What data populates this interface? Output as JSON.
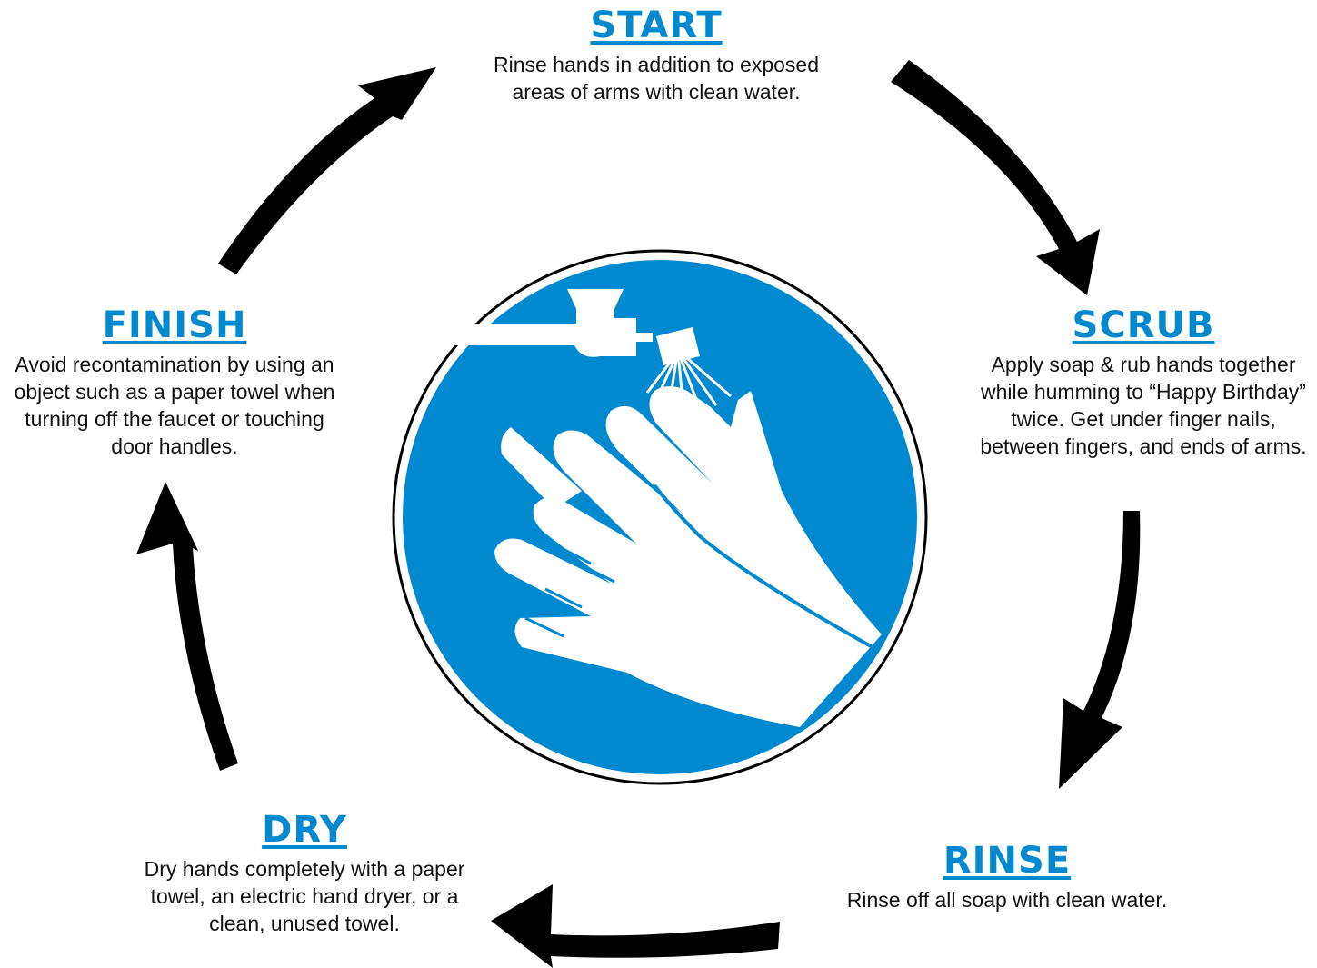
{
  "theme": {
    "accent": "#0089cf",
    "arrow": "#000000",
    "symbol_fill": "#0089cf",
    "symbol_ring": "#000000",
    "symbol_art": "#ffffff"
  },
  "symbol": {
    "icon": "hand-washing-icon"
  },
  "steps": {
    "start": {
      "title": "START",
      "desc": [
        "Rinse hands in addition to exposed",
        "areas of arms with clean water."
      ]
    },
    "scrub": {
      "title": "SCRUB",
      "desc": [
        "Apply soap & rub hands together",
        "while humming to “Happy Birthday”",
        "twice. Get under finger nails,",
        "between fingers, and ends of arms."
      ]
    },
    "rinse": {
      "title": "RINSE",
      "desc": [
        "Rinse off all soap with clean water."
      ]
    },
    "dry": {
      "title": "DRY",
      "desc": [
        "Dry hands completely with a paper",
        "towel, an electric hand dryer, or a",
        "clean, unused towel."
      ]
    },
    "finish": {
      "title": "FINISH",
      "desc": [
        "Avoid recontamination by using an",
        "object such as a paper towel when",
        "turning off the faucet or touching",
        "door handles."
      ]
    }
  },
  "cycle": [
    "start",
    "scrub",
    "rinse",
    "dry",
    "finish"
  ]
}
